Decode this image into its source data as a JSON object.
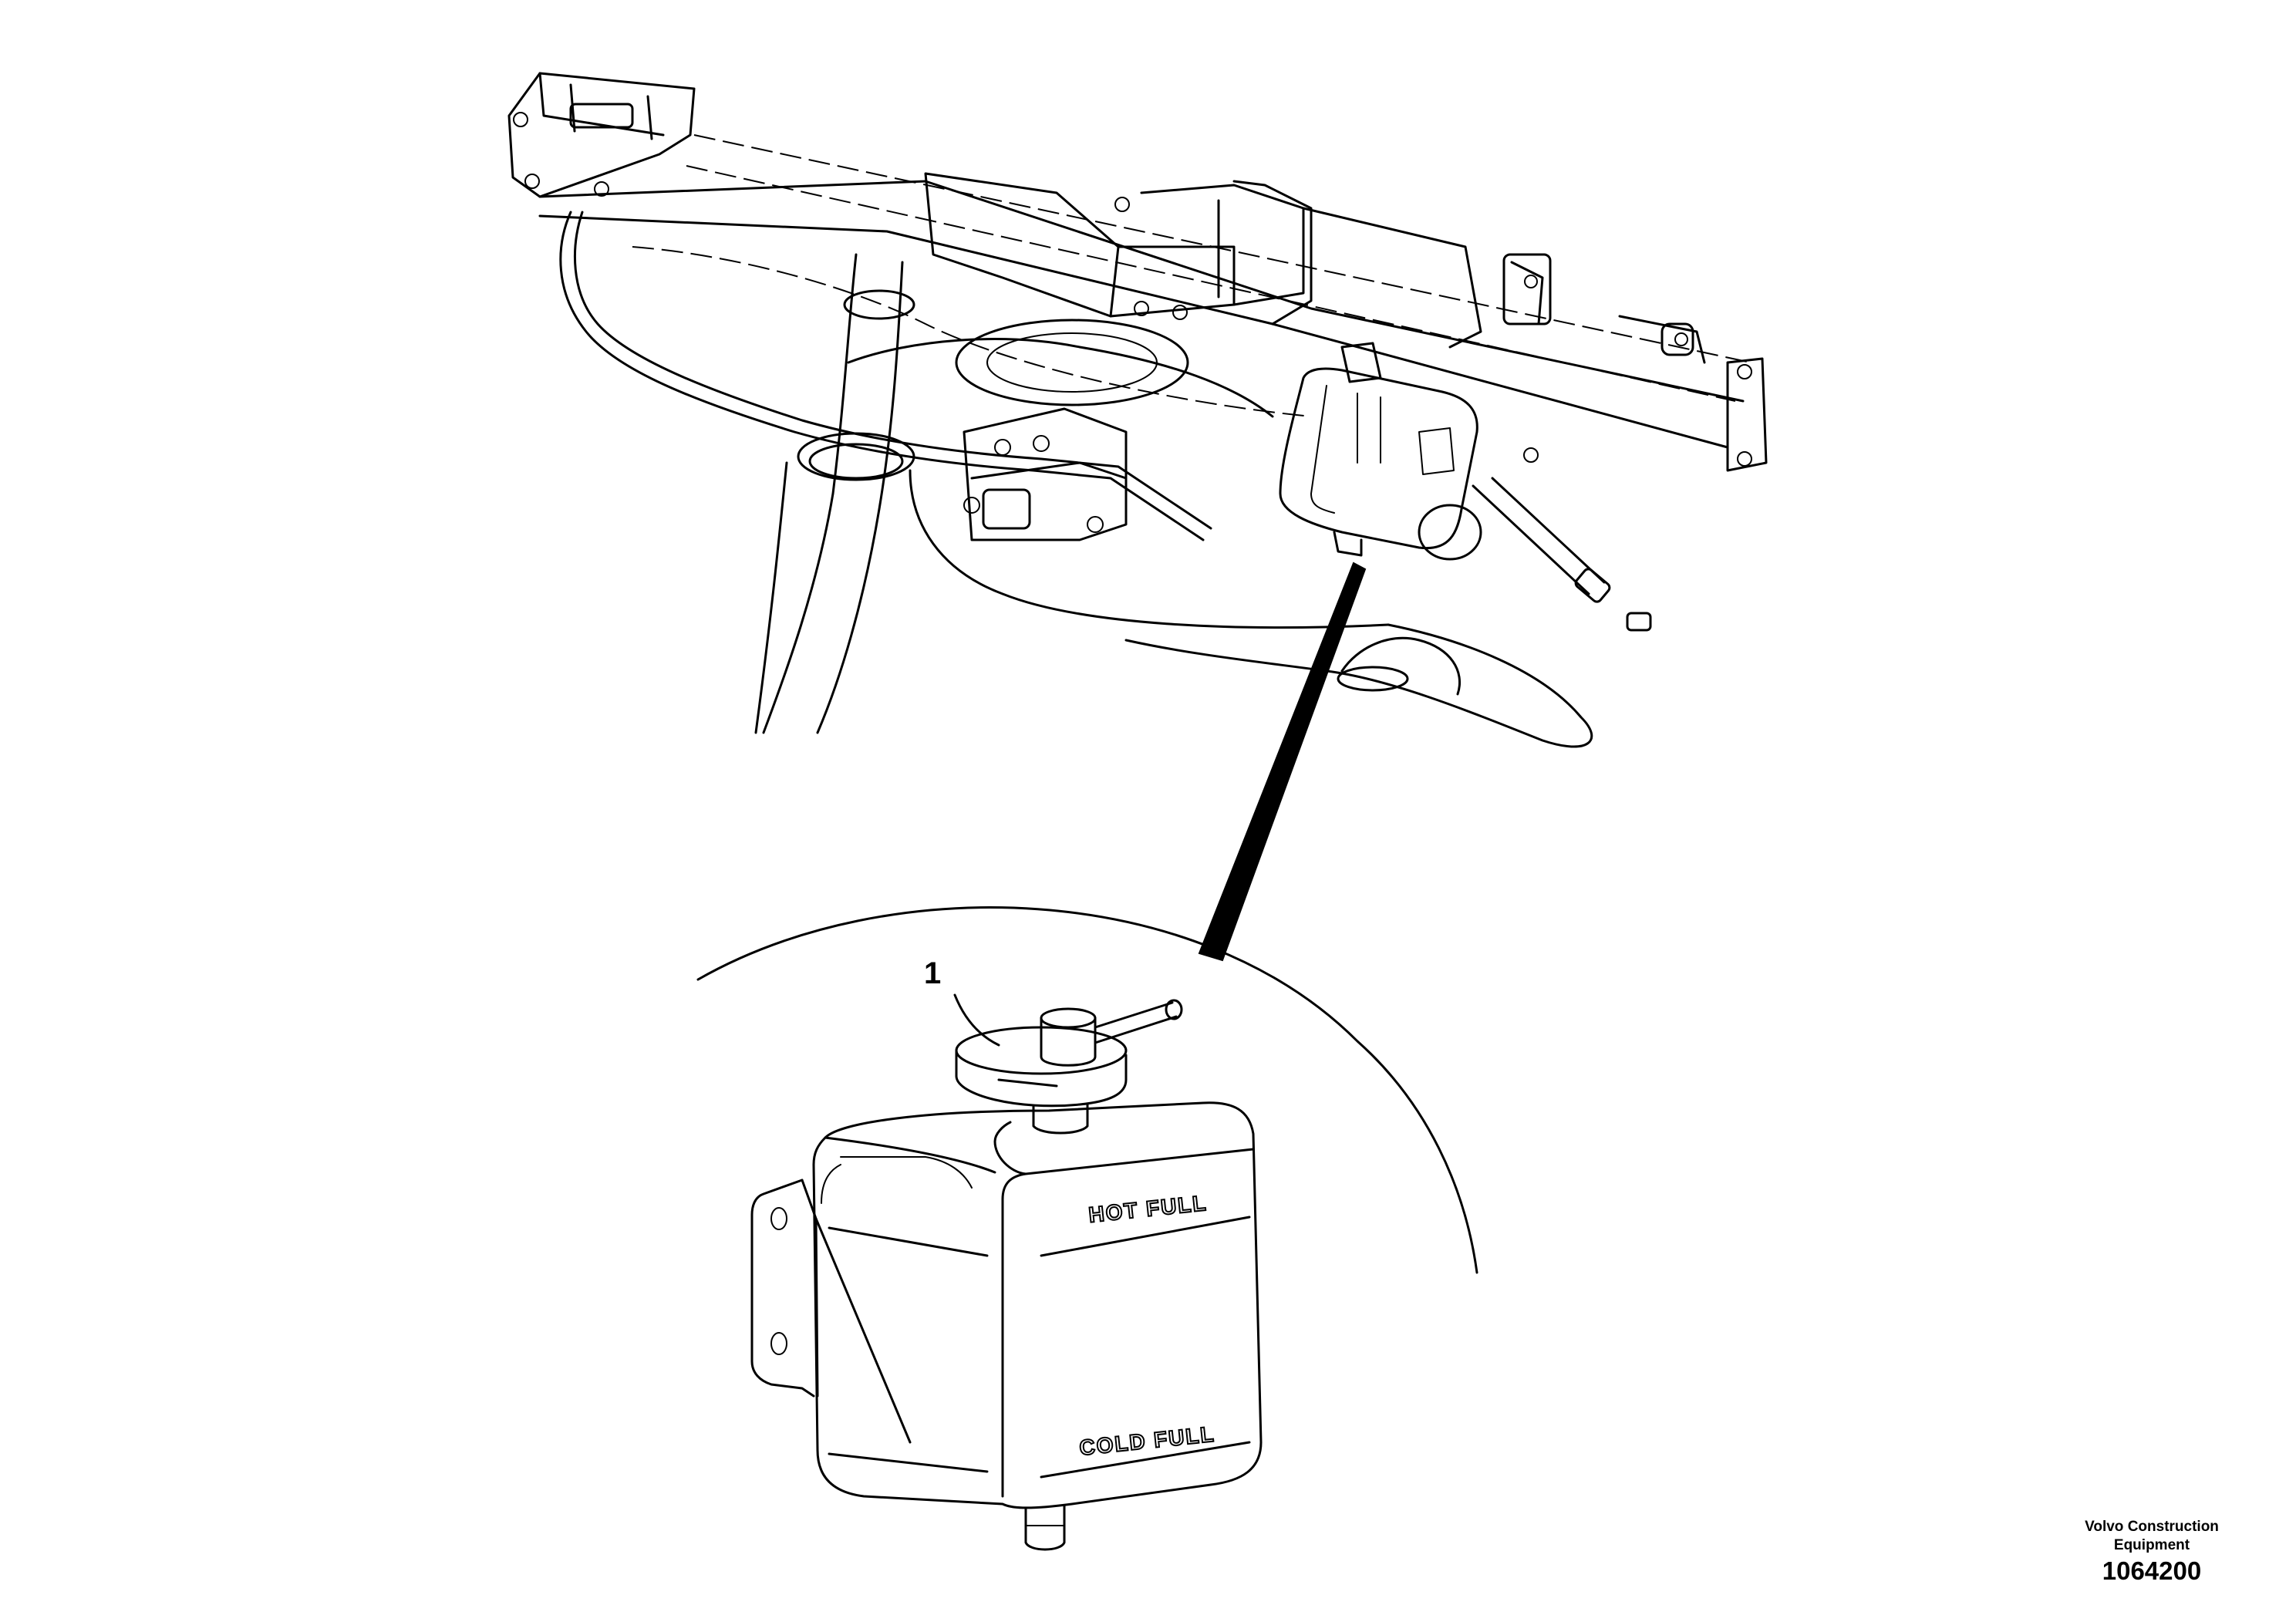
{
  "diagram": {
    "callout_number": "1",
    "tank_markings": {
      "hot_level": "HOT FULL",
      "cold_level": "COLD FULL"
    }
  },
  "title_block": {
    "company_line1": "Volvo Construction",
    "company_line2": "Equipment",
    "drawing_number": "1064200"
  }
}
